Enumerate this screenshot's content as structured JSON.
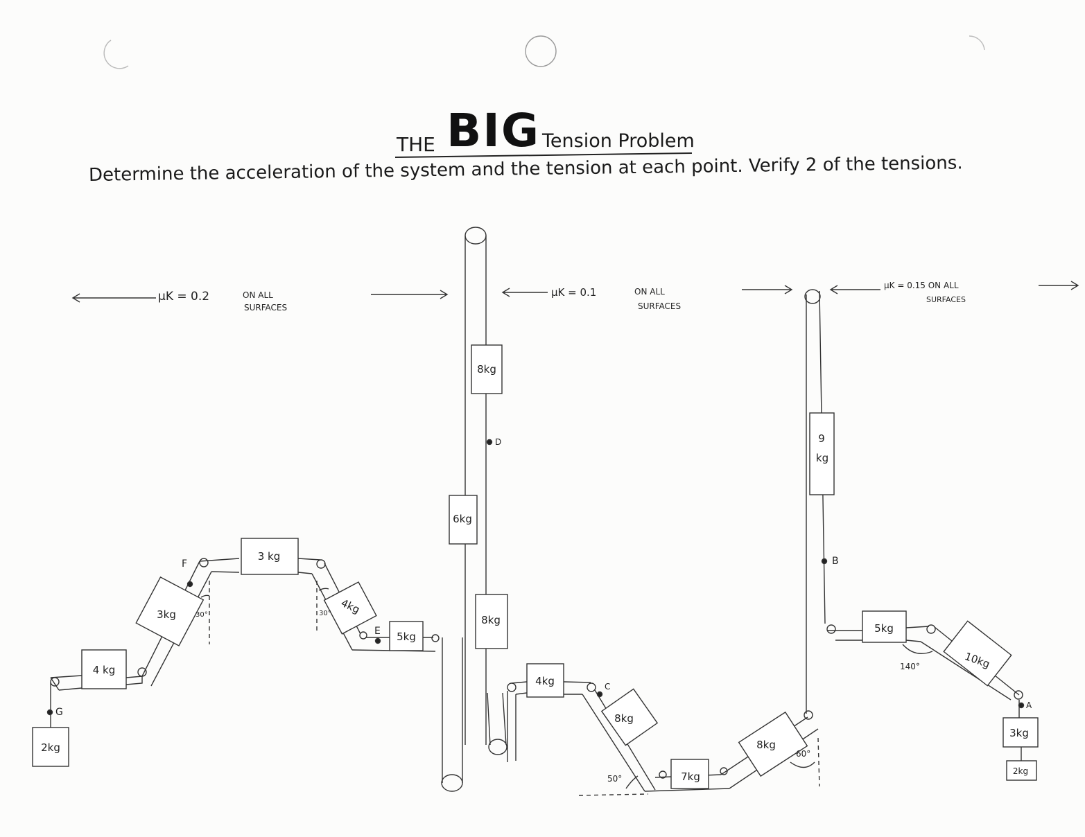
{
  "title": {
    "prefix": "THE",
    "big": "BIG",
    "rest": "Tension Problem"
  },
  "instructions": "Determine the acceleration of the system and the tension at each point.  Verify 2 of the tensions.",
  "sections": [
    {
      "mu": "μK = 0.2",
      "on": "ON  ALL",
      "surfaces": "SURFACES"
    },
    {
      "mu": "μK = 0.1",
      "on": "ON  ALL",
      "surfaces": "SURFACES"
    },
    {
      "mu": "μK = 0.15  ON  ALL",
      "surfaces": "SURFACES"
    }
  ],
  "blocks": {
    "b2kg_left": "2kg",
    "b4kg_left": "4 kg",
    "b3kg_incline": "3kg",
    "b3kg_top": "3 kg",
    "b4kg_slope": "4kg",
    "b5kg_left": "5kg",
    "b8kg_top": "8kg",
    "b6kg": "6kg",
    "b8kg_mid": "8kg",
    "b4kg_center": "4kg",
    "b8kg_incline": "8kg",
    "b7kg": "7kg",
    "b8kg_ramp": "8kg",
    "b9kg_top": "9",
    "b9kg_bottom": "kg",
    "b5kg_right": "5kg",
    "b10kg": "10kg",
    "b3kg_hang": "3kg",
    "b2kg_hang": "2kg"
  },
  "points": {
    "a": "A",
    "b": "B",
    "c": "C",
    "d": "D",
    "e": "E",
    "f": "F",
    "g": "G"
  },
  "angles": {
    "left_30": "30°",
    "right_30": "30°",
    "angle_50": "50°",
    "angle_60": "60°",
    "angle_140": "140°"
  }
}
